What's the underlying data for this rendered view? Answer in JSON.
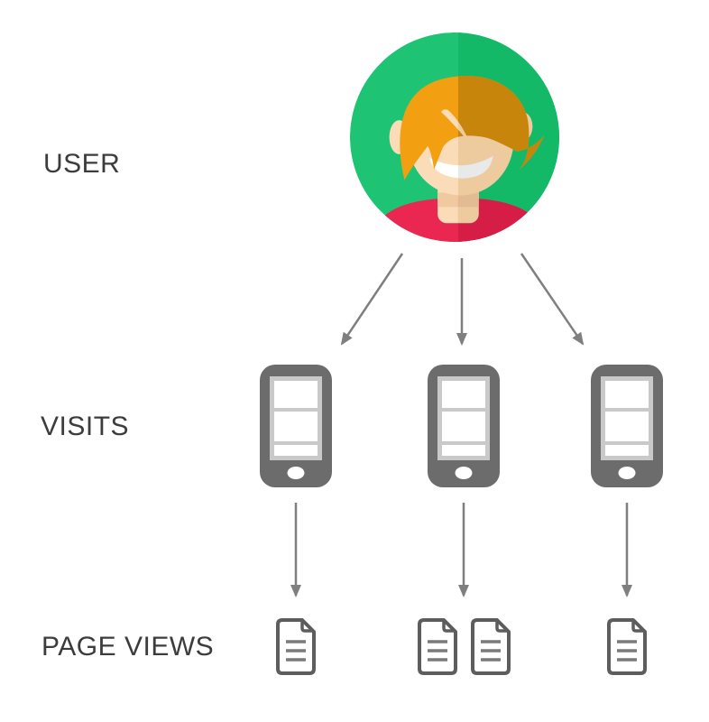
{
  "labels": {
    "user": "USER",
    "visits": "VISITS",
    "page_views": "PAGE VIEWS"
  },
  "funnel": {
    "user": {
      "icon": "user-avatar-icon"
    },
    "visit_icon": "smartphone-icon",
    "page_view_icon": "document-icon",
    "visits": [
      {
        "page_views": 1
      },
      {
        "page_views": 2
      },
      {
        "page_views": 1
      }
    ]
  },
  "colors": {
    "green": "#1ec473",
    "green_dark": "#14b967",
    "hair": "#f2a011",
    "hair_dark": "#c8850c",
    "skin": "#fbdcb8",
    "skin_dark": "#eeca9f",
    "skin_shadow": "#f1c9a0",
    "skin_shadow_dark": "#e3bb92",
    "shirt": "#ea2750",
    "shirt_dark": "#d51d46",
    "smile": "#ffffff",
    "smile_dark": "#e8e9e9",
    "phone_gray": "#6c6c6c",
    "screen_gray": "#c9c9c9",
    "doc_stroke": "#5d5d5d",
    "doc_line": "#7a7a7a",
    "arrow": "#7f7f7f",
    "label": "#3c3c3c",
    "background": "#ffffff"
  }
}
